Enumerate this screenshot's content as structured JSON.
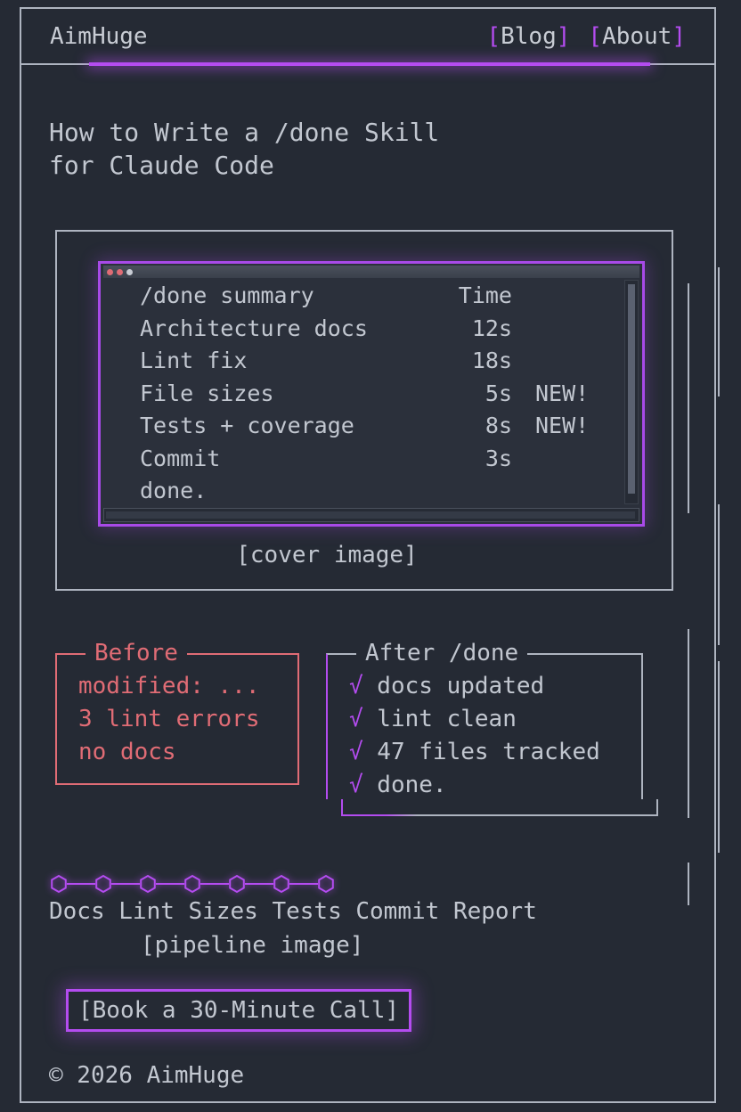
{
  "header": {
    "brand": "AimHuge",
    "nav": [
      {
        "name": "blog",
        "open": "[",
        "label": "Blog",
        "close": "]"
      },
      {
        "name": "about",
        "open": "[",
        "label": "About",
        "close": "]"
      }
    ]
  },
  "article": {
    "title_line1": "How to Write a /done Skill",
    "title_line2": "for Claude Code"
  },
  "terminal": {
    "rows": [
      {
        "task": "/done summary",
        "time": "Time",
        "tag": ""
      },
      {
        "task": "Architecture docs",
        "time": "12s",
        "tag": ""
      },
      {
        "task": "Lint fix",
        "time": "18s",
        "tag": ""
      },
      {
        "task": "File sizes",
        "time": "5s",
        "tag": "NEW!"
      },
      {
        "task": "Tests + coverage",
        "time": "8s",
        "tag": "NEW!"
      },
      {
        "task": "Commit",
        "time": "3s",
        "tag": ""
      },
      {
        "task": "done.",
        "time": "",
        "tag": ""
      }
    ]
  },
  "cover": {
    "caption": "[cover image]"
  },
  "before": {
    "legend": "Before",
    "lines": "modified: ...\n3 lint errors\nno docs"
  },
  "after": {
    "legend": "After /done",
    "items": [
      {
        "check": "√",
        "text": " docs updated"
      },
      {
        "check": "√",
        "text": " lint clean"
      },
      {
        "check": "√",
        "text": " 47 files tracked"
      },
      {
        "check": "√",
        "text": " done."
      }
    ]
  },
  "pipeline": {
    "nodes": 7,
    "labels": "Docs Lint Sizes Tests Commit Report",
    "caption": "[pipeline image]"
  },
  "cta": {
    "label": "[Book a 30-Minute Call]"
  },
  "footer": {
    "text": "© 2026 AimHuge"
  },
  "colors": {
    "background": "#252a34",
    "text": "#c2c7d0",
    "accent": "#b44cf0",
    "danger": "#e06c75",
    "border": "#aeb4c0"
  }
}
